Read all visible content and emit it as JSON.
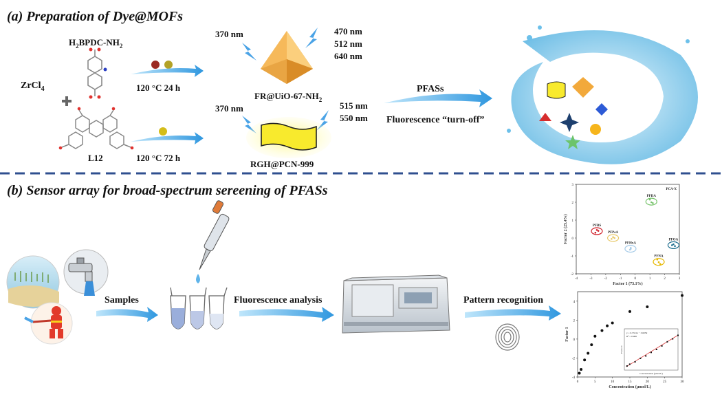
{
  "section_a": {
    "title": "(a) Preparation of Dye@MOFs",
    "metal": "ZrCl",
    "metal_sub": "4",
    "ligand1": "H",
    "ligand1_sub": "2",
    "ligand1_rest": "BPDC-NH",
    "ligand1_sub2": "2",
    "ligand2": "L12",
    "condition1": "120 °C  24 h",
    "condition2": "120 °C  72 h",
    "excitation1": "370 nm",
    "excitation2": "370 nm",
    "emission1": [
      "470 nm",
      "512 nm",
      "640 nm"
    ],
    "emission2": [
      "515 nm",
      "550 nm"
    ],
    "mof1_name": "FR@UiO-67-NH",
    "mof1_sub": "2",
    "mof2_name": "RGH@PCN-999",
    "target": "PFASs",
    "response": "Fluorescence “turn-off”"
  },
  "section_b": {
    "title": "(b) Sensor array for broad-spectrum sereening of PFASs",
    "step1": "Samples",
    "step2": "Fluorescence analysis",
    "step3": "Pattern recognition"
  },
  "chart_data": [
    {
      "type": "scatter",
      "title": "PCA-X",
      "xlabel": "Factor 1 (73.1%)",
      "ylabel": "Factor 2 (25.4%)",
      "xlim": [
        -4,
        3
      ],
      "ylim": [
        -2,
        3
      ],
      "xticks": [
        -4,
        -3,
        -2,
        -1,
        0,
        1,
        2,
        3
      ],
      "yticks": [
        3,
        2,
        1,
        0,
        -1,
        -2
      ],
      "series": [
        {
          "name": "PFBS",
          "color": "#d0202a",
          "x": [
            -2.6,
            -2.5,
            -2.7
          ],
          "y": [
            0.45,
            0.4,
            0.3
          ]
        },
        {
          "name": "PFPeA",
          "color": "#e8c96a",
          "x": [
            -1.5,
            -1.4,
            -1.6
          ],
          "y": [
            0.05,
            0.0,
            -0.05
          ]
        },
        {
          "name": "PFHxA",
          "color": "#a6cbe8",
          "x": [
            -0.3,
            -0.3,
            -0.35
          ],
          "y": [
            -0.55,
            -0.6,
            -0.65
          ]
        },
        {
          "name": "PFDA",
          "color": "#76c36a",
          "x": [
            1.0,
            1.1,
            1.2
          ],
          "y": [
            2.15,
            2.0,
            1.95
          ]
        },
        {
          "name": "PFOA",
          "color": "#1f6f8f",
          "x": [
            2.6,
            2.7,
            2.5
          ],
          "y": [
            -0.35,
            -0.45,
            -0.4
          ]
        },
        {
          "name": "PFNA",
          "color": "#e6b800",
          "x": [
            1.5,
            1.6,
            1.7
          ],
          "y": [
            -1.2,
            -1.35,
            -1.45
          ]
        }
      ]
    },
    {
      "type": "scatter",
      "xlabel": "Concentration (μmol/L)",
      "ylabel": "Factor 1",
      "xlim": [
        0,
        30
      ],
      "ylim": [
        -4,
        5
      ],
      "xticks": [
        0,
        5,
        10,
        15,
        20,
        25,
        30
      ],
      "yticks": [
        -4,
        -2,
        0,
        2,
        4
      ],
      "x": [
        0.5,
        1,
        2,
        3,
        4,
        5,
        7,
        8.5,
        10,
        15,
        20,
        30
      ],
      "y": [
        -3.6,
        -3.2,
        -2.2,
        -1.5,
        -0.6,
        0.3,
        0.9,
        1.4,
        1.7,
        2.9,
        3.4,
        4.6
      ],
      "inset": {
        "xlabel": "Concentration (μmol/L)",
        "ylabel": "Factor 1",
        "fit_line": "y = 0.5531x − 3.6059",
        "fit_r2": "R² = 0.986",
        "x": [
          0.5,
          1,
          2,
          3,
          4,
          5,
          6,
          7,
          8,
          9,
          10
        ],
        "y": [
          -3.3,
          -3.0,
          -2.6,
          -2.0,
          -1.6,
          -1.0,
          -0.5,
          0.1,
          0.8,
          1.3,
          1.9
        ]
      }
    }
  ],
  "colors": {
    "arrow": "#3aa7e8",
    "divider": "#2f4f8f",
    "mof1_gold": "#f2b347",
    "mof2_yellow": "#f8ea2d"
  }
}
